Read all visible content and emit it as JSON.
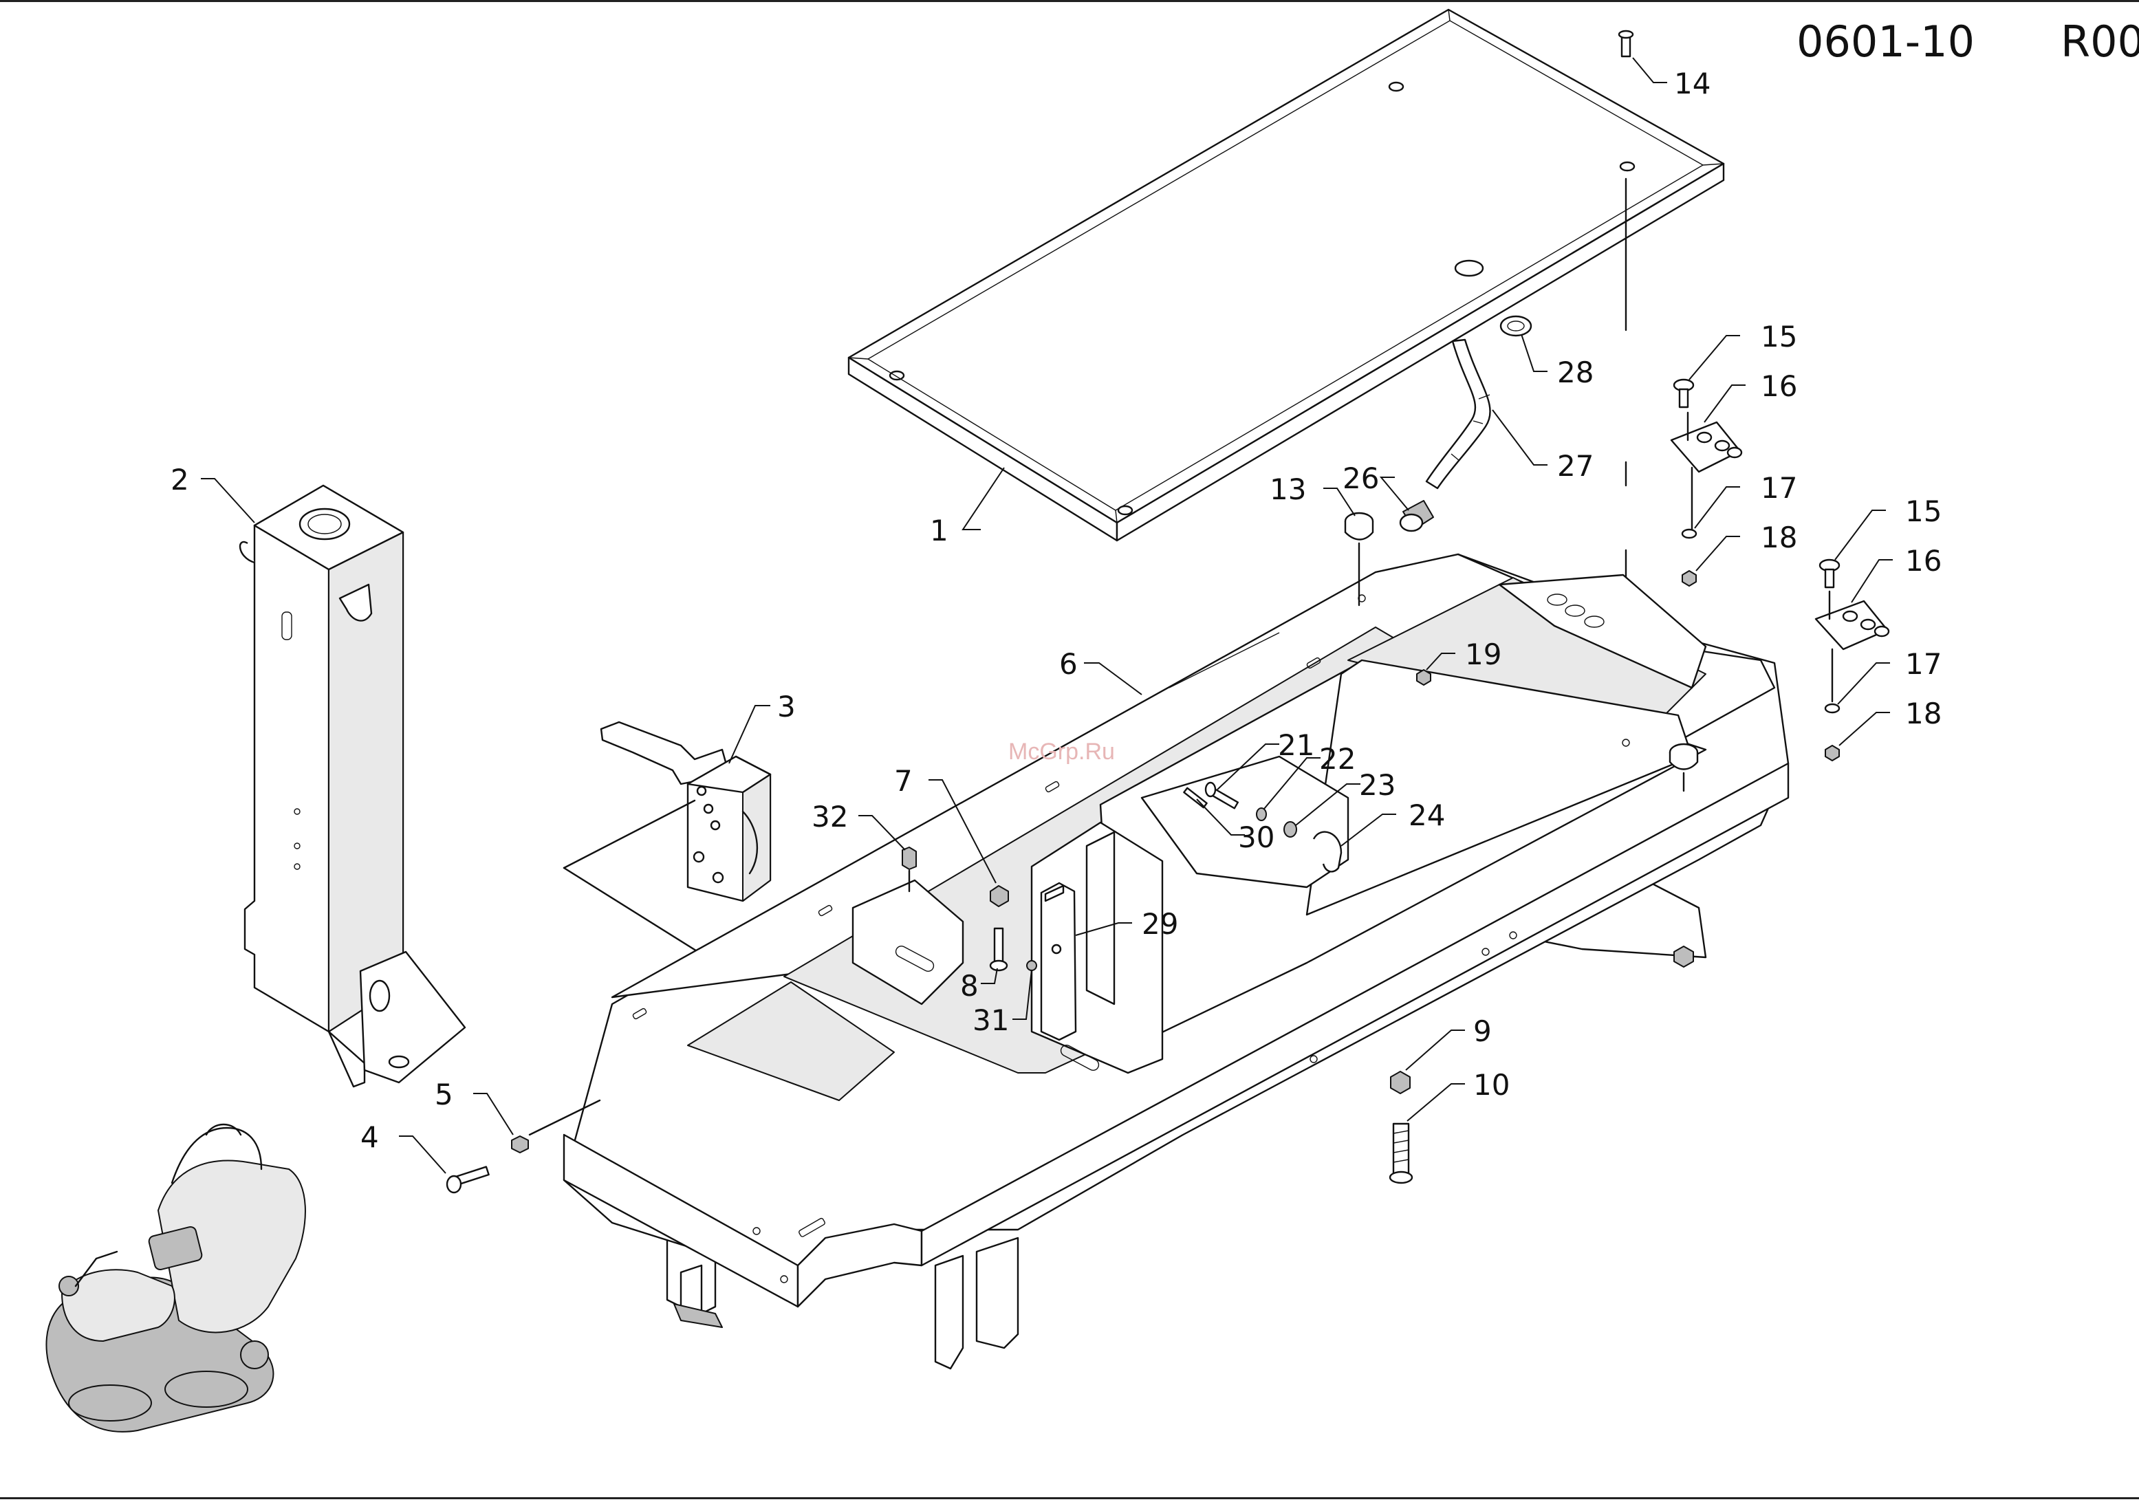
{
  "header": {
    "doc_code": "0601-10",
    "revision": "R00"
  },
  "watermark": "McGrp.Ru",
  "callouts": [
    {
      "id": "c1",
      "label": "1"
    },
    {
      "id": "c2",
      "label": "2"
    },
    {
      "id": "c3",
      "label": "3"
    },
    {
      "id": "c4",
      "label": "4"
    },
    {
      "id": "c5",
      "label": "5"
    },
    {
      "id": "c6",
      "label": "6"
    },
    {
      "id": "c7",
      "label": "7"
    },
    {
      "id": "c8",
      "label": "8"
    },
    {
      "id": "c9",
      "label": "9"
    },
    {
      "id": "c10",
      "label": "10"
    },
    {
      "id": "c13",
      "label": "13"
    },
    {
      "id": "c14",
      "label": "14"
    },
    {
      "id": "c15a",
      "label": "15"
    },
    {
      "id": "c16a",
      "label": "16"
    },
    {
      "id": "c17a",
      "label": "17"
    },
    {
      "id": "c18a",
      "label": "18"
    },
    {
      "id": "c15b",
      "label": "15"
    },
    {
      "id": "c16b",
      "label": "16"
    },
    {
      "id": "c17b",
      "label": "17"
    },
    {
      "id": "c18b",
      "label": "18"
    },
    {
      "id": "c19",
      "label": "19"
    },
    {
      "id": "c21",
      "label": "21"
    },
    {
      "id": "c22",
      "label": "22"
    },
    {
      "id": "c23",
      "label": "23"
    },
    {
      "id": "c24",
      "label": "24"
    },
    {
      "id": "c26",
      "label": "26"
    },
    {
      "id": "c27",
      "label": "27"
    },
    {
      "id": "c28",
      "label": "28"
    },
    {
      "id": "c29",
      "label": "29"
    },
    {
      "id": "c30",
      "label": "30"
    },
    {
      "id": "c31",
      "label": "31"
    },
    {
      "id": "c32",
      "label": "32"
    }
  ]
}
